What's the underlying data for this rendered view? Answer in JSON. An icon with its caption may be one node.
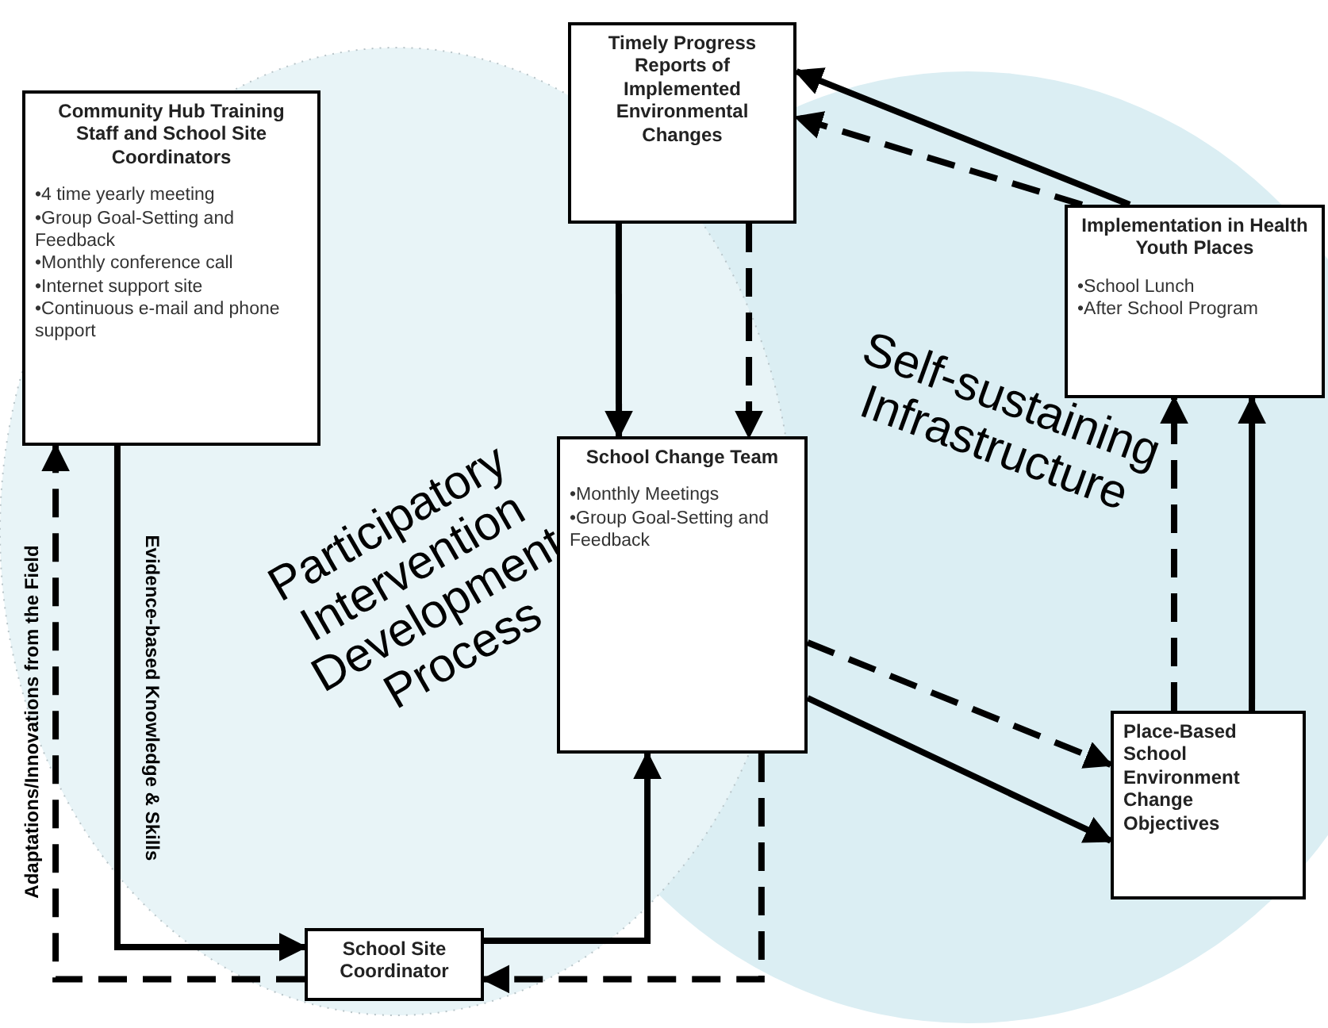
{
  "diagram": {
    "nodes": [
      {
        "text": [
          "Community Hub Training Staff and School Site Coordinators",
          "•4 time yearly meeting",
          "•Group Goal-Setting and Feedback",
          "•Monthly conference call",
          "•Internet support site",
          "•Continuous e-mail and phone support"
        ]
      },
      {
        "text": [
          "Timely Progress Reports of Implemented Environmental Changes"
        ]
      },
      {
        "text": [
          "Implementation in Health Youth Places",
          "•School Lunch",
          "•After School Program"
        ]
      },
      {
        "text": [
          "School Change Team",
          "•Monthly Meetings",
          "•Group Goal-Setting and Feedback"
        ]
      },
      {
        "text": [
          "Place-Based School Environment Change Objectives"
        ]
      },
      {
        "text": [
          "School Site Coordinator"
        ]
      }
    ],
    "edges": [
      {
        "from": 5,
        "to": 0,
        "arrow": "to",
        "style": "dashed",
        "label": "Adaptations/Innovations from the Field"
      },
      {
        "from": 0,
        "to": 5,
        "arrow": "to",
        "label": "Evidence-based Knowledge & Skills"
      },
      {
        "from": 5,
        "to": 3,
        "arrow": "to"
      },
      {
        "from": 3,
        "to": 5,
        "arrow": "to",
        "style": "dashed"
      },
      {
        "from": 1,
        "to": 3,
        "arrow": "to"
      },
      {
        "from": 1,
        "to": 3,
        "arrow": "to",
        "style": "dashed"
      },
      {
        "from": 3,
        "to": 4,
        "arrow": "to"
      },
      {
        "from": 3,
        "to": 4,
        "arrow": "to",
        "style": "dashed"
      },
      {
        "from": 4,
        "to": 2,
        "arrow": "to"
      },
      {
        "from": 4,
        "to": 2,
        "arrow": "to",
        "style": "dashed"
      },
      {
        "from": 2,
        "to": 1,
        "arrow": "to"
      },
      {
        "from": 2,
        "to": 1,
        "arrow": "to",
        "style": "dashed"
      }
    ],
    "labels": [
      "Participatory Intervention Development Process",
      "Self-sustaining Infrastructure"
    ]
  }
}
